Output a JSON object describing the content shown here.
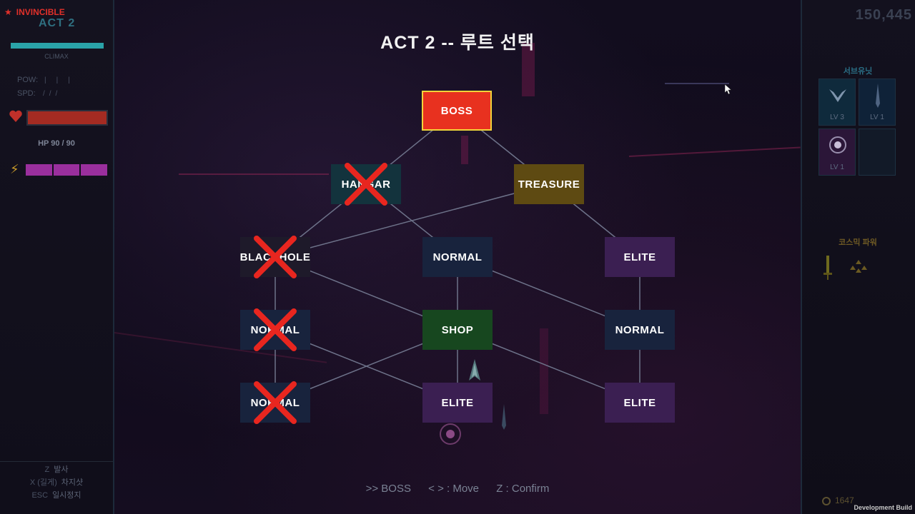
{
  "hud_left": {
    "status": "INVINCIBLE",
    "act": "ACT 2",
    "climax_label": "CLIMAX",
    "pow_label": "POW:",
    "spd_label": "SPD:",
    "hp_text": "HP 90 / 90",
    "hp_fraction": 1.0,
    "controls": [
      {
        "key": "Z",
        "action": "발사"
      },
      {
        "key": "X (길게)",
        "action": "차지샷"
      },
      {
        "key": "ESC",
        "action": "일시정지"
      }
    ]
  },
  "title": "ACT 2  --  루트 선택",
  "map": {
    "nodes": [
      {
        "id": "boss",
        "label": "BOSS",
        "type": "boss",
        "crossed": false,
        "selected": true
      },
      {
        "id": "hangar",
        "label": "HANGAR",
        "type": "hangar",
        "crossed": true,
        "selected": false
      },
      {
        "id": "treasure",
        "label": "TREASURE",
        "type": "treasure",
        "crossed": false,
        "selected": false
      },
      {
        "id": "blackhole",
        "label": "BLACKHOLE",
        "type": "blackhole",
        "crossed": true,
        "selected": false
      },
      {
        "id": "normal-mid",
        "label": "NORMAL",
        "type": "normal",
        "crossed": false,
        "selected": false
      },
      {
        "id": "elite-right",
        "label": "ELITE",
        "type": "elite",
        "crossed": false,
        "selected": false
      },
      {
        "id": "normal-left-r4",
        "label": "NORMAL",
        "type": "normal",
        "crossed": true,
        "selected": false
      },
      {
        "id": "shop",
        "label": "SHOP",
        "type": "shop",
        "crossed": false,
        "selected": false
      },
      {
        "id": "normal-right-r4",
        "label": "NORMAL",
        "type": "normal",
        "crossed": false,
        "selected": false
      },
      {
        "id": "normal-left-r5",
        "label": "NORMAL",
        "type": "normal",
        "crossed": true,
        "selected": false
      },
      {
        "id": "elite-mid-r5",
        "label": "ELITE",
        "type": "elite",
        "crossed": false,
        "selected": false
      },
      {
        "id": "elite-right-r5",
        "label": "ELITE",
        "type": "elite",
        "crossed": false,
        "selected": false
      }
    ],
    "edges": [
      [
        "boss",
        "hangar"
      ],
      [
        "boss",
        "treasure"
      ],
      [
        "hangar",
        "blackhole"
      ],
      [
        "hangar",
        "normal-mid"
      ],
      [
        "treasure",
        "blackhole"
      ],
      [
        "treasure",
        "elite-right"
      ],
      [
        "blackhole",
        "normal-left-r4"
      ],
      [
        "blackhole",
        "shop"
      ],
      [
        "normal-mid",
        "shop"
      ],
      [
        "normal-mid",
        "normal-right-r4"
      ],
      [
        "elite-right",
        "normal-right-r4"
      ],
      [
        "normal-left-r4",
        "normal-left-r5"
      ],
      [
        "normal-left-r4",
        "elite-mid-r5"
      ],
      [
        "shop",
        "normal-left-r5"
      ],
      [
        "shop",
        "elite-mid-r5"
      ],
      [
        "shop",
        "elite-right-r5"
      ],
      [
        "normal-right-r4",
        "elite-right-r5"
      ]
    ]
  },
  "footer_hints": [
    ">> BOSS",
    "< > : Move",
    "Z : Confirm"
  ],
  "hud_right": {
    "score": "150,445",
    "subweapons_title": "서브유닛",
    "subweapons": [
      {
        "level": "LV 3",
        "icon": "wing-icon"
      },
      {
        "level": "LV 1",
        "icon": "blade-icon"
      },
      {
        "level": "LV 1",
        "icon": "orb-icon"
      },
      {
        "level": "",
        "icon": "empty-slot"
      }
    ],
    "cosmic_power_title": "코스믹 파워",
    "coins": "1647"
  },
  "dev_build": "Development Build",
  "colors": {
    "boss": "#e8311f",
    "boss_border": "#f2d43a",
    "treasure": "#5e4a12",
    "hangar": "#13333d",
    "normal": "#18233d",
    "elite": "#3b1f52",
    "shop": "#17471f",
    "cross": "#e8261f",
    "hp": "#a42b22",
    "energy": "#9a2f9d"
  }
}
